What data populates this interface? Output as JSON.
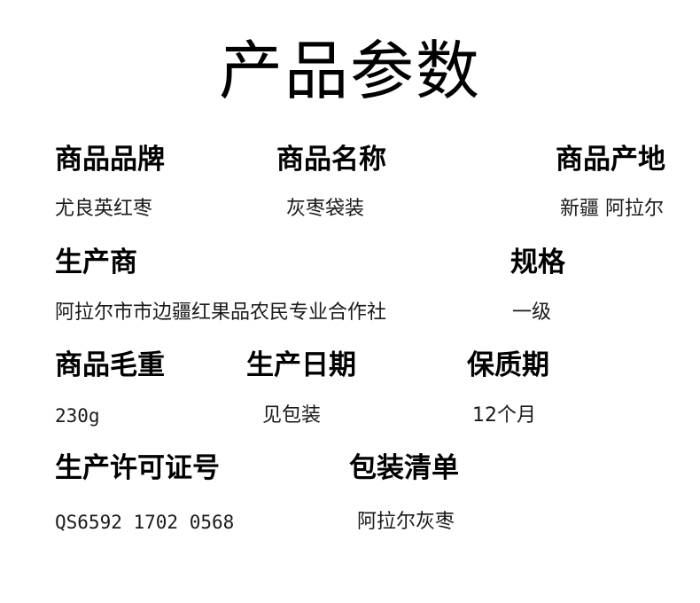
{
  "title": "产品参数",
  "params": {
    "brand": {
      "label": "商品品牌",
      "value": "尤良英红枣"
    },
    "name": {
      "label": "商品名称",
      "value": "灰枣袋装"
    },
    "origin": {
      "label": "商品产地",
      "value": "新疆 阿拉尔"
    },
    "manufacturer": {
      "label": "生产商",
      "value": "阿拉尔市市边疆红果品农民专业合作社"
    },
    "spec": {
      "label": "规格",
      "value": "一级"
    },
    "weight": {
      "label": "商品毛重",
      "value": "230g"
    },
    "production_date": {
      "label": "生产日期",
      "value": "见包装"
    },
    "shelf_life": {
      "label": "保质期",
      "value": "12个月"
    },
    "license": {
      "label": "生产许可证号",
      "value": "QS6592 1702 0568"
    },
    "package": {
      "label": "包装清单",
      "value": "阿拉尔灰枣"
    }
  }
}
